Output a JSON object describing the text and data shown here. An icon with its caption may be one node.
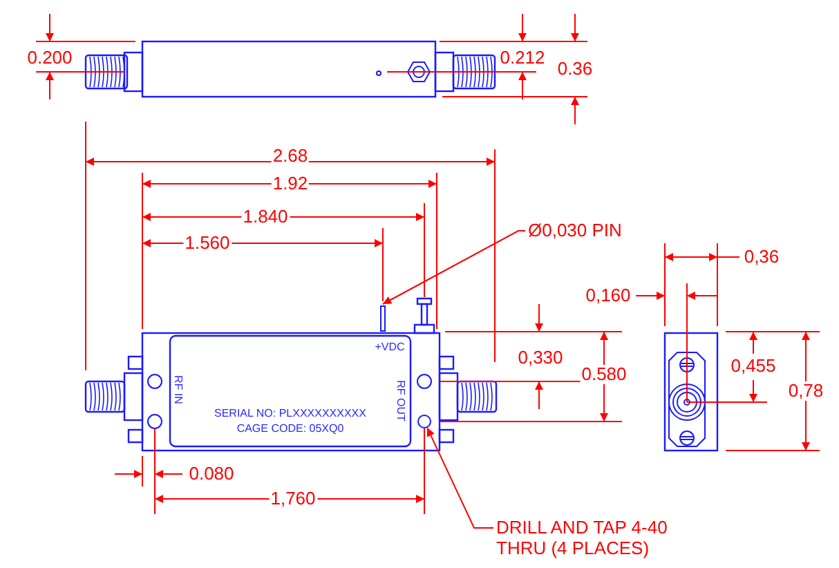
{
  "diagram": {
    "nodes": [
      {
        "text": [
          "Ø0,030 PIN"
        ]
      },
      {
        "text": [],
        "shape": "bar"
      },
      {
        "text": [
          "DRILL AND TAP 4-40 THRU (4 PLACES)"
        ]
      },
      {
        "text": [],
        "shape": "circle"
      }
    ],
    "edges": [
      {
        "from": 0,
        "to": 1,
        "arrow": "to"
      },
      {
        "from": 2,
        "to": 3,
        "arrow": "to"
      }
    ],
    "labels": [
      "0.200",
      "0.212",
      "0.36",
      "2.68",
      "1.92",
      "1.840",
      "1.560",
      "+VDC",
      "0,36",
      "0,160",
      "RF IN",
      "RF OUT",
      "0,330",
      "0.580",
      "0,455",
      "0,78",
      "SERIAL NO: PLXXXXXXXXXX",
      "CAGE CODE: 05XQ0",
      "0.080",
      "1,760"
    ]
  }
}
